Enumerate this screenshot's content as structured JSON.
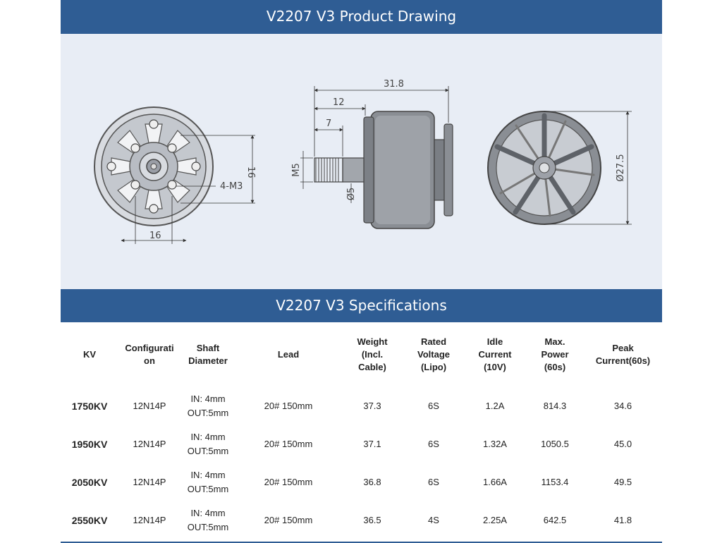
{
  "drawing_section": {
    "title": "V2207 V3 Product Drawing",
    "dims": {
      "total_length": "31.8",
      "shaft_length": "12",
      "thread_length": "7",
      "mount_spacing_h": "16",
      "mount_spacing_v": "16",
      "mount_holes": "4-M3",
      "thread": "M5",
      "shaft_dia": "Ø5",
      "bell_dia": "Ø27.5"
    }
  },
  "specs_section": {
    "title": "V2207 V3 Specifications",
    "headers": [
      [
        "KV"
      ],
      [
        "Configurati",
        "on"
      ],
      [
        "Shaft",
        "Diameter"
      ],
      [
        "Lead"
      ],
      [
        "Weight",
        "(Incl.",
        "Cable)"
      ],
      [
        "Rated",
        "Voltage",
        "(Lipo)"
      ],
      [
        "Idle",
        "Current",
        "(10V)"
      ],
      [
        "Max.",
        "Power",
        "(60s)"
      ],
      [
        "Peak",
        "Current(60s)"
      ]
    ],
    "rows": [
      {
        "kv": "1750KV",
        "config": "12N14P",
        "shaft_in": "IN: 4mm",
        "shaft_out": "OUT:5mm",
        "lead": "20# 150mm",
        "weight": "37.3",
        "voltage": "6S",
        "idle": "1.2A",
        "power": "814.3",
        "peak": "34.6"
      },
      {
        "kv": "1950KV",
        "config": "12N14P",
        "shaft_in": "IN: 4mm",
        "shaft_out": "OUT:5mm",
        "lead": "20# 150mm",
        "weight": "37.1",
        "voltage": "6S",
        "idle": "1.32A",
        "power": "1050.5",
        "peak": "45.0"
      },
      {
        "kv": "2050KV",
        "config": "12N14P",
        "shaft_in": "IN: 4mm",
        "shaft_out": "OUT:5mm",
        "lead": "20# 150mm",
        "weight": "36.8",
        "voltage": "6S",
        "idle": "1.66A",
        "power": "1153.4",
        "peak": "49.5"
      },
      {
        "kv": "2550KV",
        "config": "12N14P",
        "shaft_in": "IN: 4mm",
        "shaft_out": "OUT:5mm",
        "lead": "20# 150mm",
        "weight": "36.5",
        "voltage": "4S",
        "idle": "2.25A",
        "power": "642.5",
        "peak": "41.8"
      }
    ]
  },
  "colors": {
    "banner": "#2f5d94",
    "drawing_bg": "#e8edf5",
    "part": "#6b6e72"
  }
}
